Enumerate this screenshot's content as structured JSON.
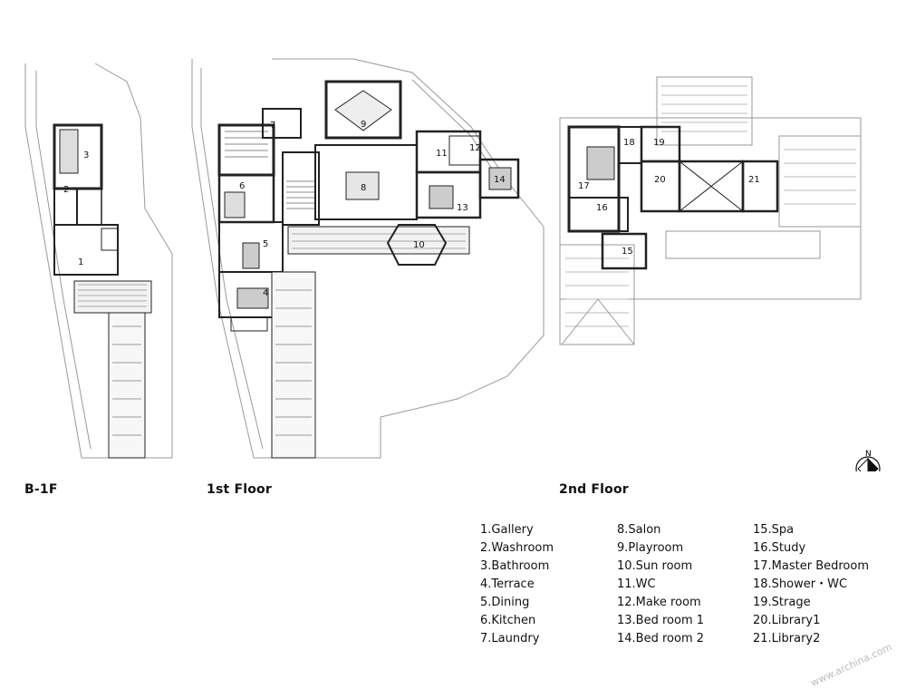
{
  "floors": {
    "b1": "B-1F",
    "first": "1st Floor",
    "second": "2nd Floor"
  },
  "legend": {
    "col1": [
      "1.Gallery",
      "2.Washroom",
      "3.Bathroom",
      "4.Terrace",
      "5.Dining",
      "6.Kitchen",
      "7.Laundry"
    ],
    "col2": [
      "8.Salon",
      "9.Playroom",
      "10.Sun room",
      "11.WC",
      "12.Make room",
      "13.Bed room 1",
      "14.Bed room 2"
    ],
    "col3": [
      "15.Spa",
      "16.Study",
      "17.Master Bedroom",
      "18.Shower・WC",
      "19.Strage",
      "20.Library1",
      "21.Library2"
    ]
  },
  "room_numbers": {
    "b1": [
      "1",
      "2",
      "3"
    ],
    "first": [
      "4",
      "5",
      "6",
      "7",
      "8",
      "9",
      "10",
      "11",
      "12",
      "13",
      "14"
    ],
    "second": [
      "15",
      "16",
      "17",
      "18",
      "19",
      "20",
      "21"
    ]
  },
  "compass": {
    "north": "N"
  },
  "watermark": "www.archina.com"
}
